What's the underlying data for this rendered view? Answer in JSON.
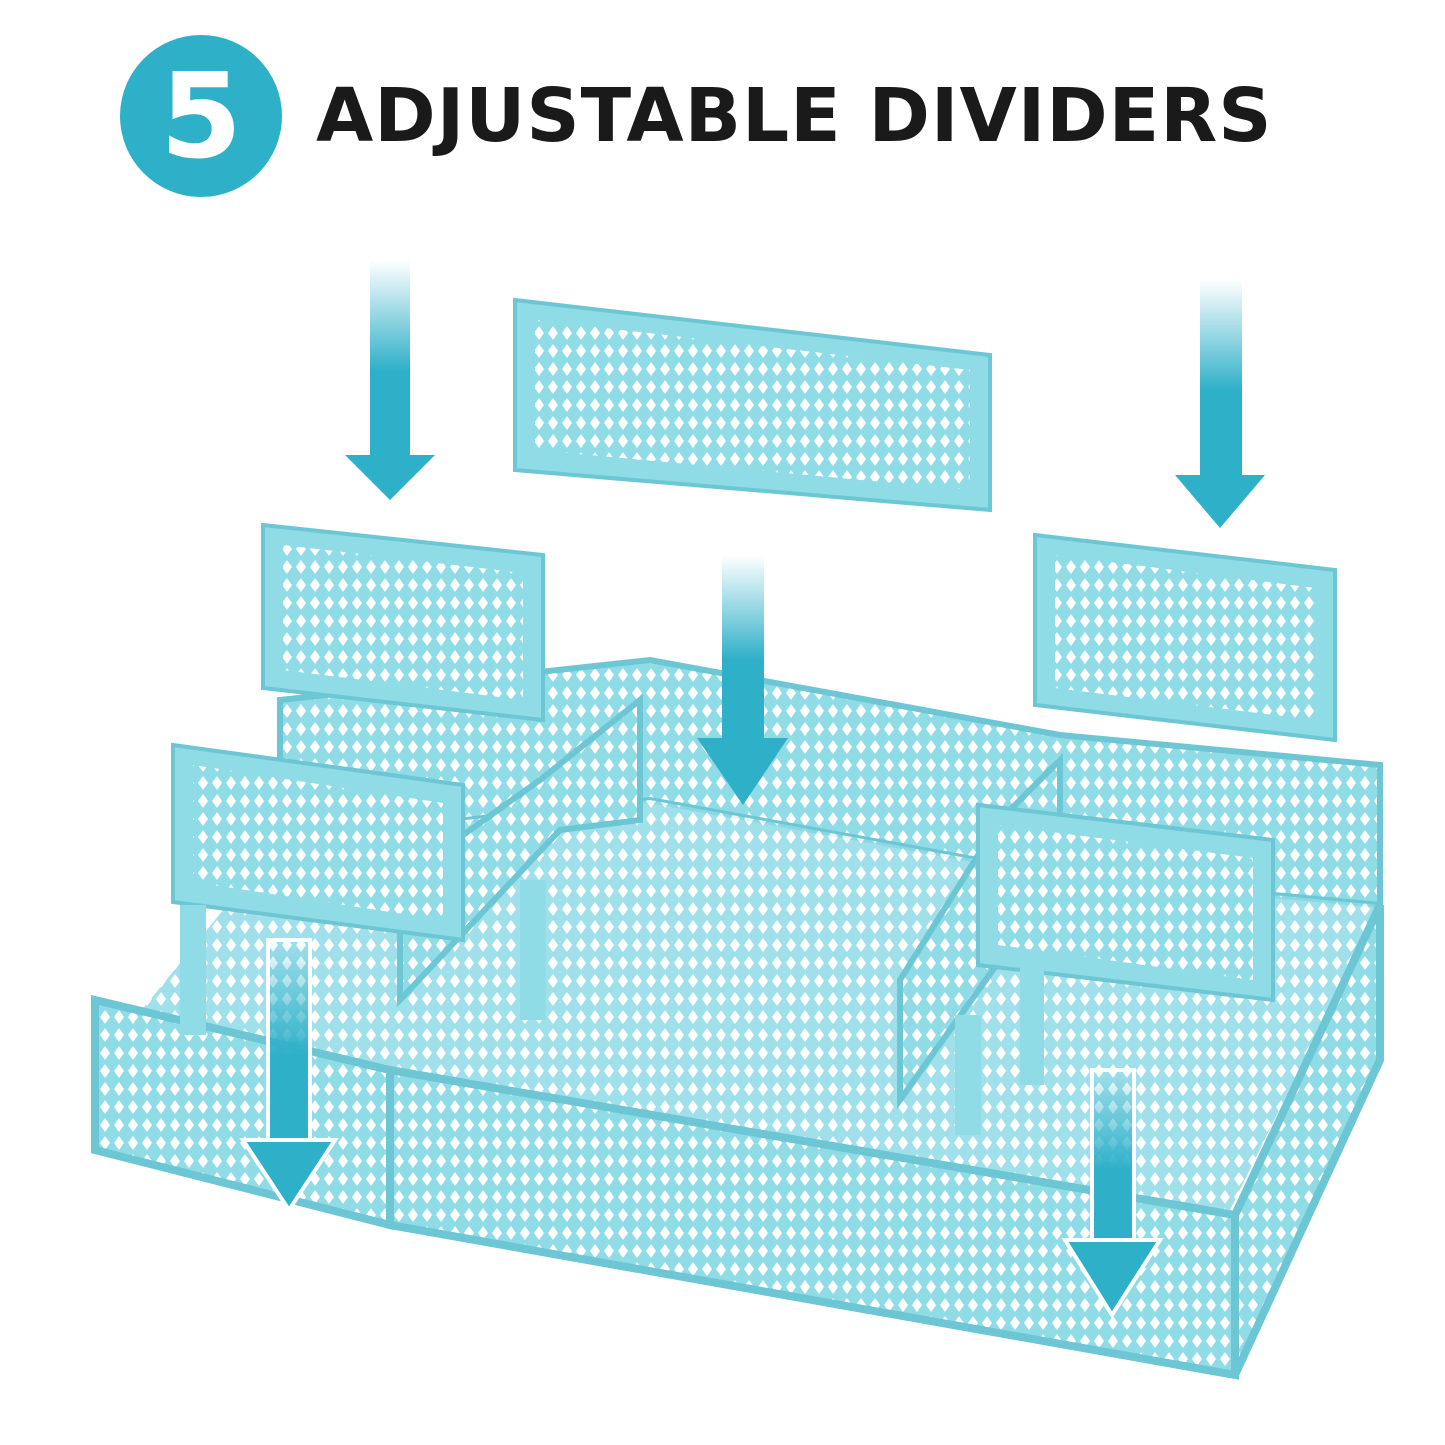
{
  "header": {
    "badge_number": "5",
    "title": "ADJUSTABLE DIVIDERS"
  },
  "colors": {
    "accent": "#2fb0c9",
    "product": "#8fdbe6",
    "product_edge": "#6cc6d4",
    "text": "#1a1a1a"
  },
  "illustration": {
    "subject": "mesh desk organizer tray with removable dividers",
    "arrow_icon": "arrow-down-icon"
  }
}
